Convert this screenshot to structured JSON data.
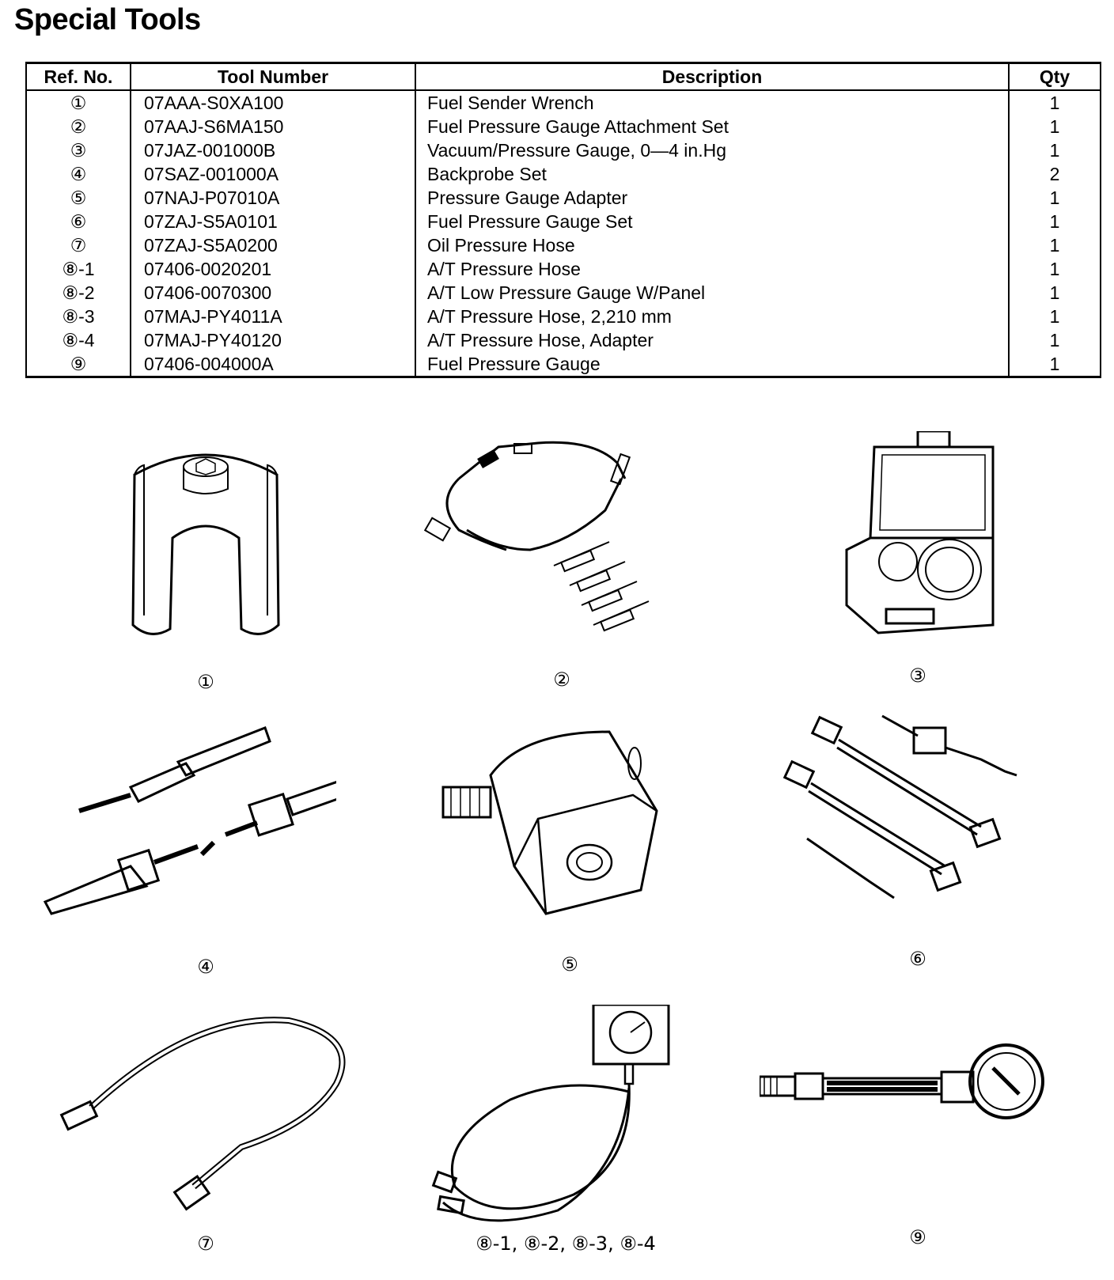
{
  "title": "Special Tools",
  "table": {
    "headers": {
      "ref": "Ref. No.",
      "number": "Tool Number",
      "description": "Description",
      "qty": "Qty"
    },
    "rows": [
      {
        "ref": "①",
        "number": "07AAA-S0XA100",
        "description": "Fuel Sender Wrench",
        "qty": "1"
      },
      {
        "ref": "②",
        "number": "07AAJ-S6MA150",
        "description": "Fuel Pressure Gauge Attachment Set",
        "qty": "1"
      },
      {
        "ref": "③",
        "number": "07JAZ-001000B",
        "description": "Vacuum/Pressure Gauge, 0—4 in.Hg",
        "qty": "1"
      },
      {
        "ref": "④",
        "number": "07SAZ-001000A",
        "description": "Backprobe Set",
        "qty": "2"
      },
      {
        "ref": "⑤",
        "number": "07NAJ-P07010A",
        "description": "Pressure Gauge Adapter",
        "qty": "1"
      },
      {
        "ref": "⑥",
        "number": "07ZAJ-S5A0101",
        "description": "Fuel Pressure Gauge Set",
        "qty": "1"
      },
      {
        "ref": "⑦",
        "number": "07ZAJ-S5A0200",
        "description": "Oil Pressure Hose",
        "qty": "1"
      },
      {
        "ref": "⑧-1",
        "number": "07406-0020201",
        "description": "A/T Pressure Hose",
        "qty": "1"
      },
      {
        "ref": "⑧-2",
        "number": "07406-0070300",
        "description": "A/T Low Pressure Gauge W/Panel",
        "qty": "1"
      },
      {
        "ref": "⑧-3",
        "number": "07MAJ-PY4011A",
        "description": "A/T Pressure Hose, 2,210 mm",
        "qty": "1"
      },
      {
        "ref": "⑧-4",
        "number": "07MAJ-PY40120",
        "description": "A/T Pressure Hose, Adapter",
        "qty": "1"
      },
      {
        "ref": "⑨",
        "number": "07406-004000A",
        "description": "Fuel Pressure Gauge",
        "qty": "1"
      }
    ]
  },
  "figures": {
    "f1": "①",
    "f2": "②",
    "f3": "③",
    "f4": "④",
    "f5": "⑤",
    "f6": "⑥",
    "f7": "⑦",
    "f8": "⑧-1, ⑧-2, ⑧-3, ⑧-4",
    "f9": "⑨"
  }
}
